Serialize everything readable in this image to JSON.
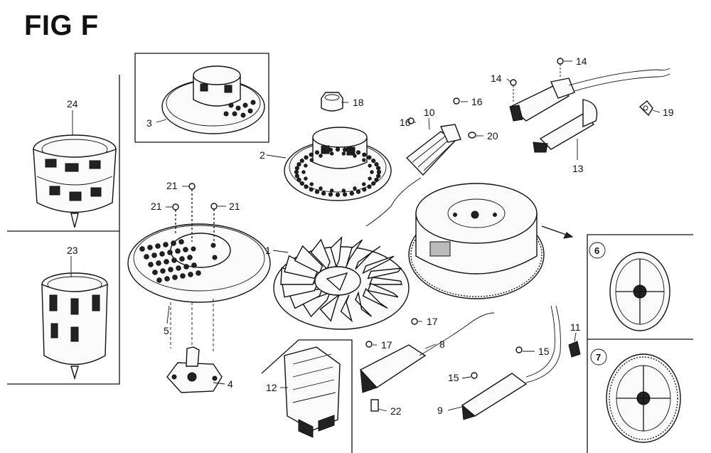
{
  "title": "FIG F",
  "callouts": {
    "p1": "1",
    "p2": "2",
    "p3": "3",
    "p4": "4",
    "p5": "5",
    "p6": "6",
    "p7": "7",
    "p8": "8",
    "p9": "9",
    "p10": "10",
    "p11": "11",
    "p12": "12",
    "p13": "13",
    "p14a": "14",
    "p14b": "14",
    "p15a": "15",
    "p15b": "15",
    "p16a": "16",
    "p16b": "16",
    "p17a": "17",
    "p17b": "17",
    "p18": "18",
    "p19": "19",
    "p20": "20",
    "p21a": "21",
    "p21b": "21",
    "p21c": "21",
    "p22": "22",
    "p23": "23",
    "p24": "24"
  }
}
